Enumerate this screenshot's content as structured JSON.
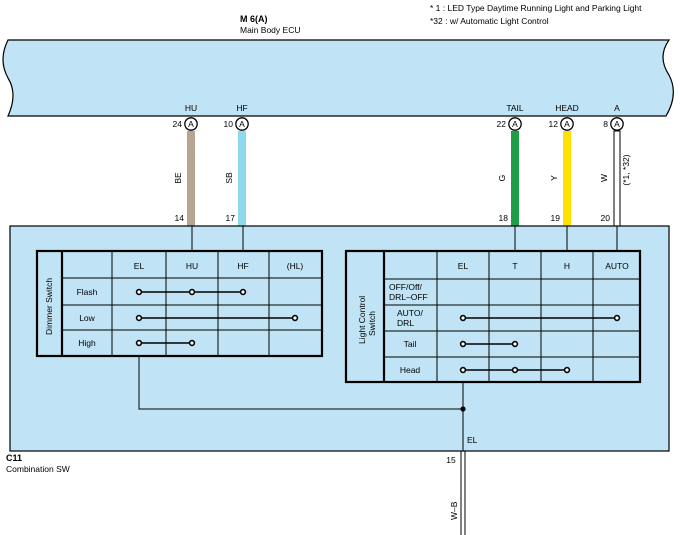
{
  "notes": [
    "* 1 : LED Type Daytime Running Light and Parking Light",
    "*32 : w/ Automatic Light Control"
  ],
  "ecu": {
    "code": "M 6(A)",
    "name": "Main Body ECU"
  },
  "switch_unit": {
    "code": "C11",
    "name": "Combination SW"
  },
  "colors": {
    "panel_fill": "#c0e4f5",
    "brown_wire": "#b6a591",
    "blue_wire": "#8fd8ee",
    "green_wire": "#1e9e46",
    "yellow_wire": "#ffe100",
    "white_wire": "#ffffff"
  },
  "wires": [
    {
      "terminal": "HU",
      "pin_top": "24",
      "connector": "A",
      "pin_bottom": "14",
      "color_code": "BE",
      "switch_terminal": "HU",
      "color_key": "brown_wire"
    },
    {
      "terminal": "HF",
      "pin_top": "10",
      "connector": "A",
      "pin_bottom": "17",
      "color_code": "SB",
      "switch_terminal": "HF",
      "color_key": "blue_wire"
    },
    {
      "terminal": "TAIL",
      "pin_top": "22",
      "connector": "A",
      "pin_bottom": "18",
      "color_code": "G",
      "switch_terminal": "T",
      "color_key": "green_wire"
    },
    {
      "terminal": "HEAD",
      "pin_top": "12",
      "connector": "A",
      "pin_bottom": "19",
      "color_code": "Y",
      "switch_terminal": "H",
      "color_key": "yellow_wire"
    },
    {
      "terminal": "A",
      "pin_top": "8",
      "connector": "A",
      "pin_bottom": "20",
      "color_code": "W",
      "switch_terminal": "A",
      "color_key": "white_wire",
      "note": "(*1, *32)"
    }
  ],
  "dimmer_switch": {
    "label": "Dimmer Switch",
    "columns": [
      "EL",
      "HU",
      "HF",
      "(HL)"
    ],
    "rows": [
      "Flash",
      "Low",
      "High"
    ]
  },
  "light_control_switch": {
    "label_line1": "Light Control",
    "label_line2": "Switch",
    "columns": [
      "EL",
      "T",
      "H",
      "AUTO"
    ],
    "rows": [
      [
        "OFF/Off/",
        "DRL–OFF"
      ],
      [
        "AUTO/",
        "DRL"
      ],
      [
        "Tail"
      ],
      [
        "Head"
      ]
    ]
  },
  "ground": {
    "terminal": "EL",
    "pin": "15",
    "color_code": "W–B"
  }
}
